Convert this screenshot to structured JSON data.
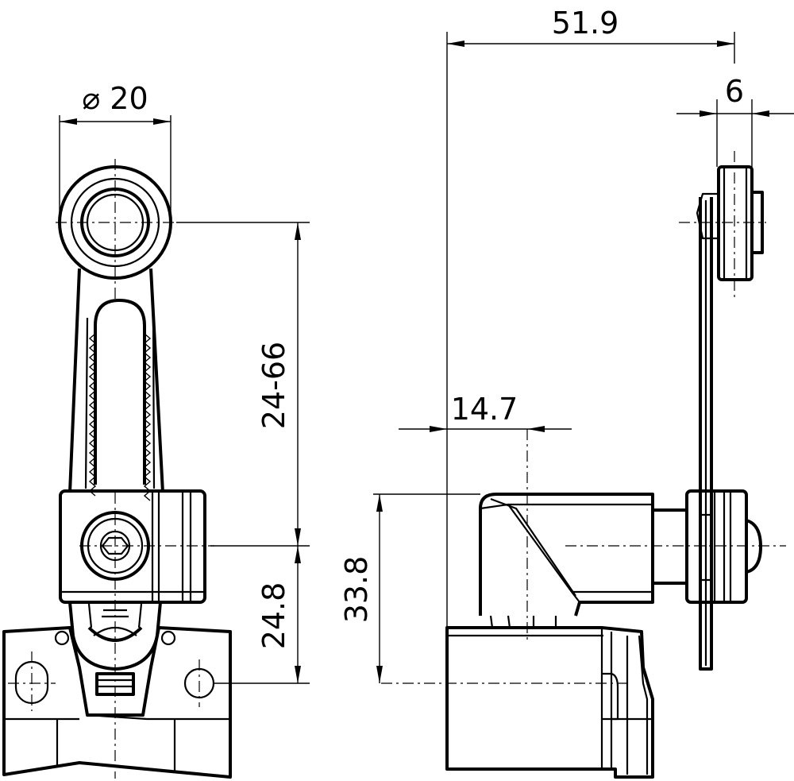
{
  "drawing": {
    "dimensions": {
      "roller_diameter": "⌀ 20",
      "arm_length": "24-66",
      "pivot_to_base": "24.8",
      "overall_width": "51.9",
      "roller_width": "6",
      "pivot_offset": "14.7",
      "pivot_height": "33.8"
    }
  }
}
